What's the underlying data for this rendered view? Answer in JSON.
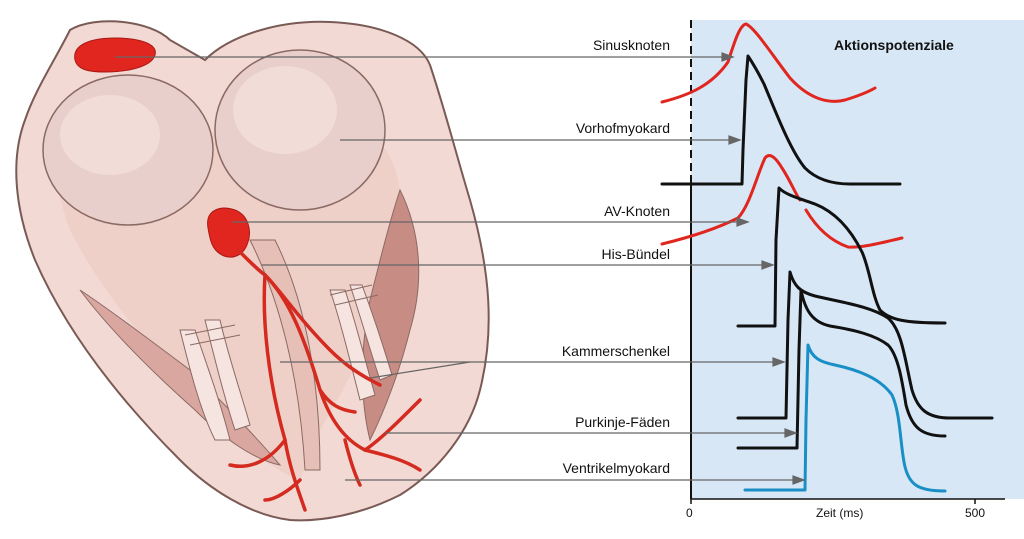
{
  "title": "Aktionspotenziale",
  "labels": {
    "sinusknoten": "Sinusknoten",
    "vorhofmyokard": "Vorhofmyokard",
    "av_knoten": "AV-Knoten",
    "his_buendel": "His-Bündel",
    "kammerschenkel": "Kammerschenkel",
    "purkinje": "Purkinje-Fäden",
    "ventrikelmyokard": "Ventrikelmyokard"
  },
  "axis": {
    "xlabel": "Zeit (ms)",
    "tick_0": "0",
    "tick_500": "500"
  },
  "colors": {
    "panel": "#d7e7f6",
    "pacemaker": "#e0261f",
    "conduction": "#111111",
    "ventricle": "#1a8fc6",
    "heart_tissue": "#f0d6d0",
    "heart_outline": "#7a5a55"
  },
  "chart_data": {
    "type": "line",
    "xlabel": "Zeit (ms)",
    "ylabel": "",
    "x_unit": "ms",
    "xlim": [
      0,
      580
    ],
    "xticks": [
      0,
      500
    ],
    "series": [
      {
        "name": "Sinusknoten",
        "color": "red"
      },
      {
        "name": "Vorhofmyokard",
        "color": "black"
      },
      {
        "name": "AV-Knoten",
        "color": "red"
      },
      {
        "name": "His-Bündel",
        "color": "black"
      },
      {
        "name": "Kammerschenkel",
        "color": "black"
      },
      {
        "name": "Purkinje-Fäden",
        "color": "black"
      },
      {
        "name": "Ventrikelmyokard",
        "color": "blue"
      }
    ]
  }
}
